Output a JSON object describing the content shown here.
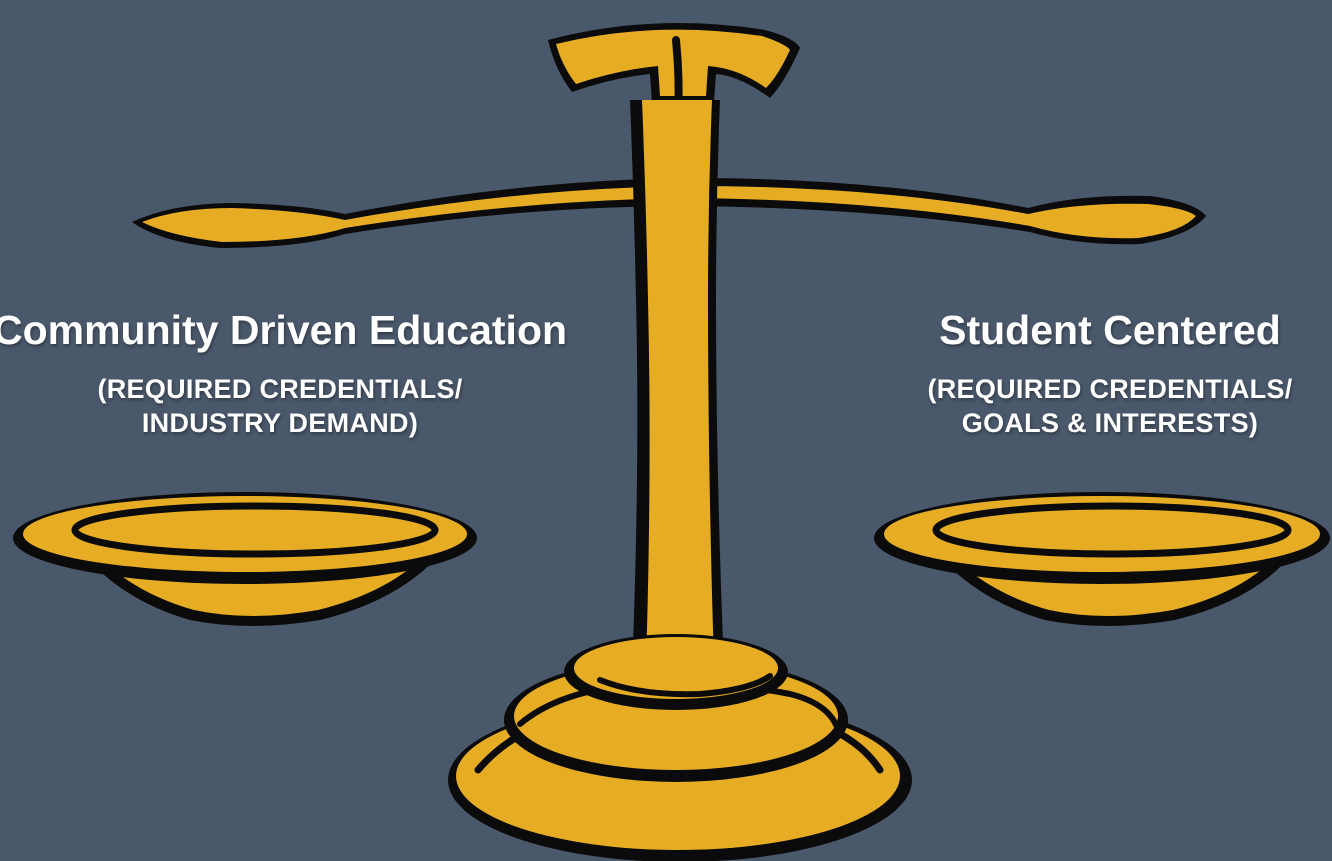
{
  "background_color": "#4a586b",
  "accent_color": "#e6ad24",
  "outline_color": "#0b0b0b",
  "illustration": "balance-scale-icon",
  "left_pan": {
    "heading": "Community Driven Education",
    "sub_line_1": "(REQUIRED CREDENTIALS/",
    "sub_line_2": "INDUSTRY DEMAND)"
  },
  "right_pan": {
    "heading": "Student Centered",
    "sub_line_1": "(REQUIRED CREDENTIALS/",
    "sub_line_2": "GOALS & INTERESTS)"
  }
}
